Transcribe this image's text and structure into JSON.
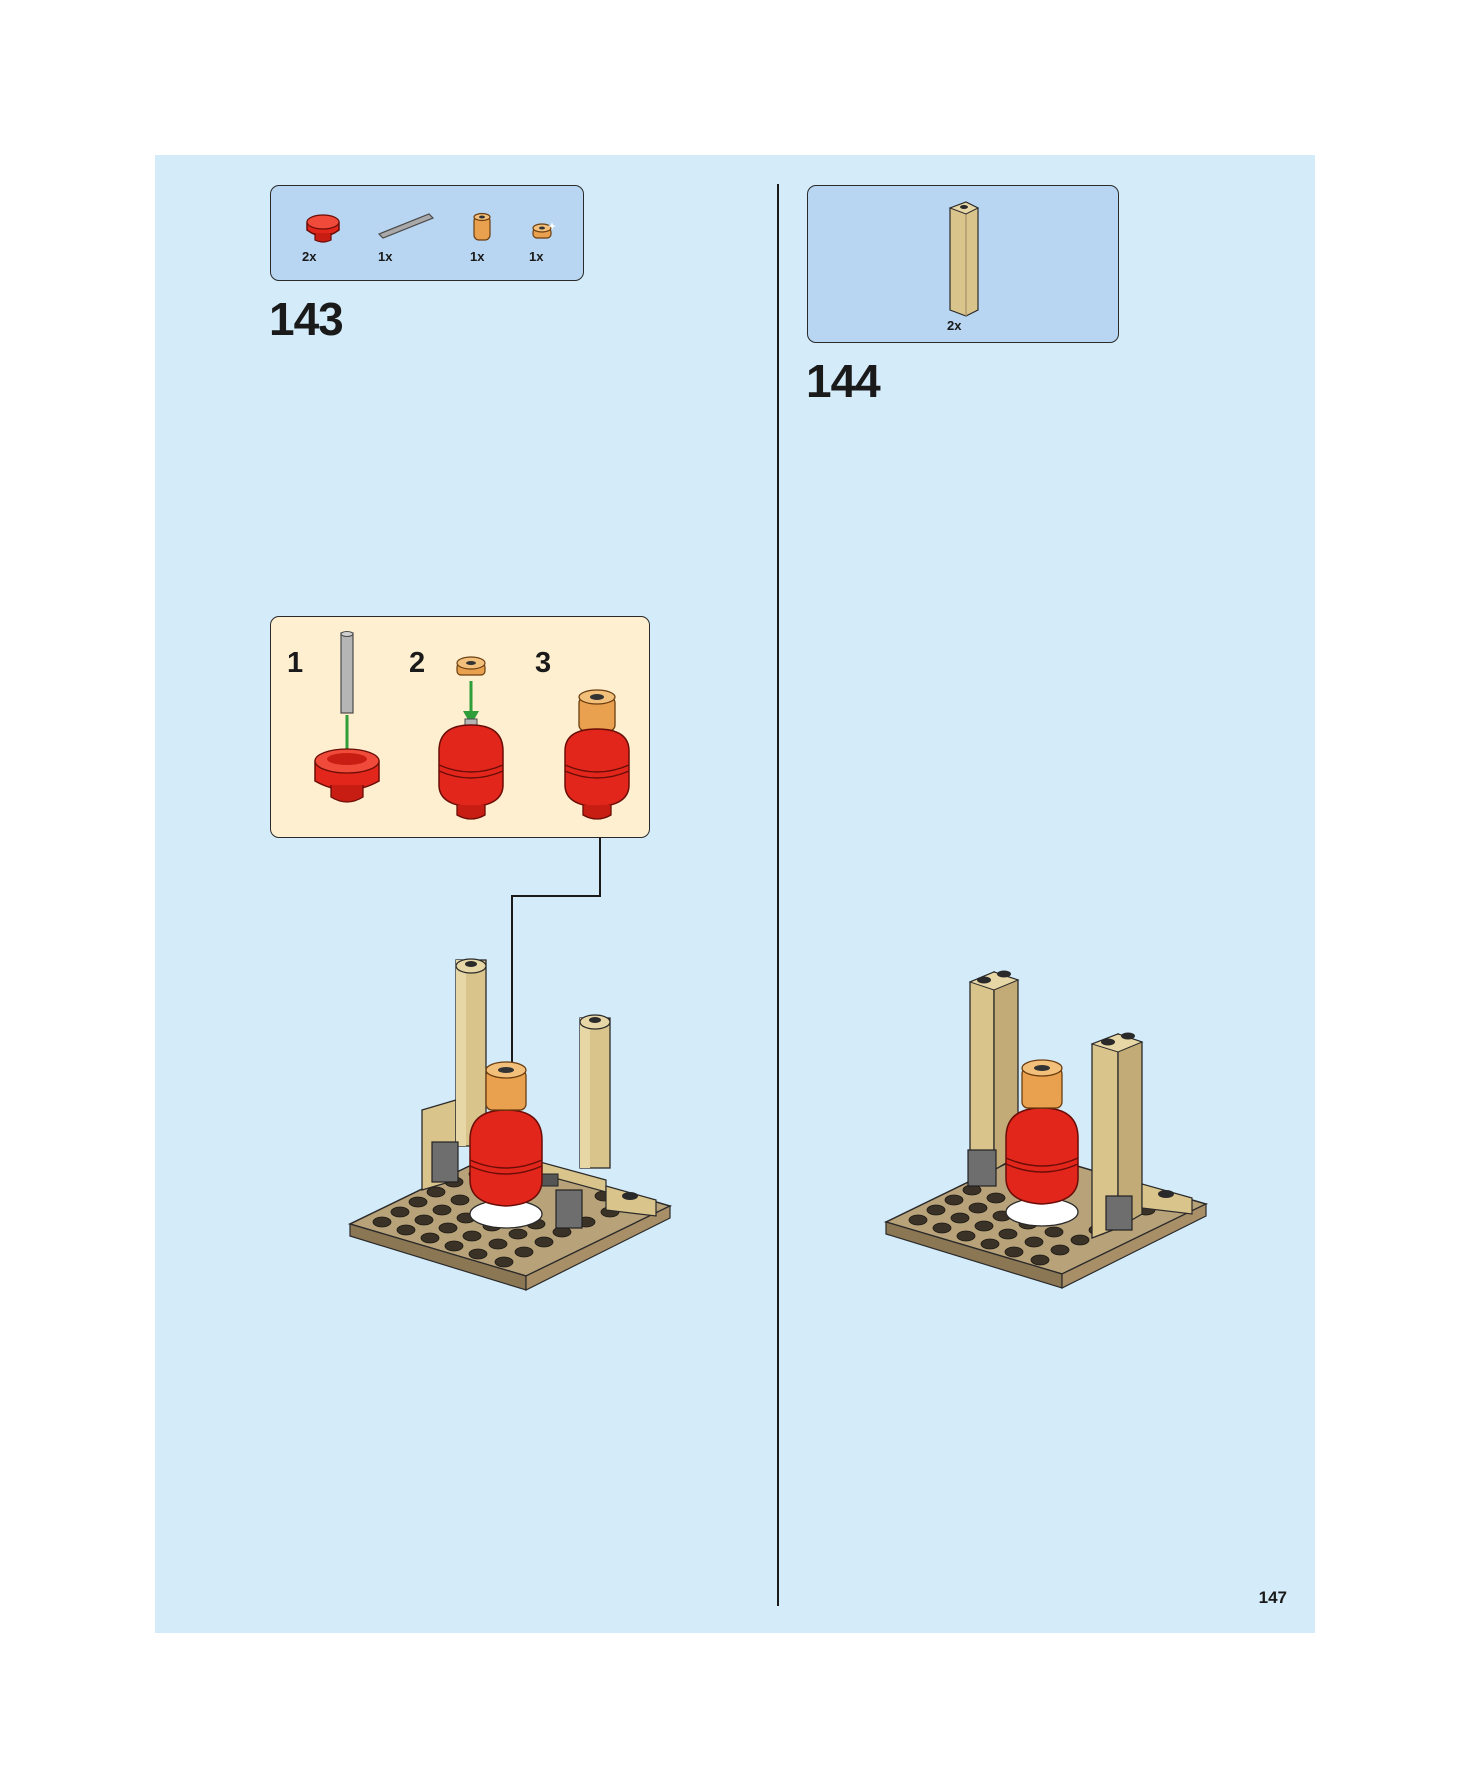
{
  "page": {
    "number": "147"
  },
  "colors": {
    "page_bg": "#d4ebfa",
    "parts_bg": "#b8d6f1",
    "submodel_bg": "#fdefcf",
    "red": "#e3261b",
    "tan": "#d9c48c",
    "dark_tan": "#a88f67",
    "arrow_green": "#2f9e3a"
  },
  "steps": [
    {
      "number": "143",
      "parts": [
        {
          "qty": "2x",
          "icon": "red-round-brick-icon"
        },
        {
          "qty": "1x",
          "icon": "grey-bar-icon"
        },
        {
          "qty": "1x",
          "icon": "orange-cone-icon"
        },
        {
          "qty": "1x",
          "icon": "orange-round-plate-icon"
        }
      ],
      "submodel": {
        "substeps": [
          "1",
          "2",
          "3"
        ]
      }
    },
    {
      "number": "144",
      "parts": [
        {
          "qty": "2x",
          "icon": "tan-column-brick-icon"
        }
      ]
    }
  ]
}
